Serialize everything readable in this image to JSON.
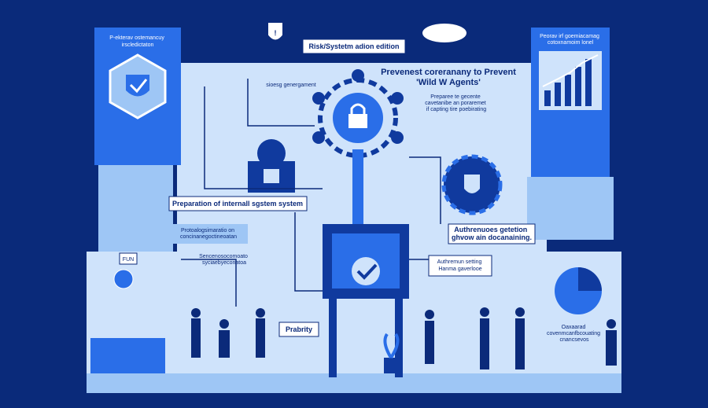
{
  "colors": {
    "background": "#0a2a7a",
    "panel_light": "#cfe3fb",
    "panel_mid": "#9ec6f5",
    "accent_blue": "#2a6ee8",
    "deep_blue": "#103a9e",
    "line": "#0b2a7a"
  },
  "labels": {
    "top_left_panel": "P-ekterav ostemancuy\nirscledictaton",
    "top_banner": "Risk/Systetm adion edition",
    "headline": "Prevenest coreranany to Prevent\n'Wild W Agents'",
    "headline_sub": "Preparee te gecente\ncavetanibe an poraremet\nif capting tire poebirating",
    "top_right_panel": "Peorav irf goemiacamag\ncotoxnamoim lonel",
    "mid_small": "sioesg genergament",
    "prep_label": "Preparation of internall sgstem system",
    "left_mid_note": "Protoalogsimaratio on\nconcinanegoctineoatan",
    "left_small_note": "Sencenosocomoato\nsyciaebyeconatoa",
    "fun_badge": "FUN",
    "right_auth": "Authrenuoes getetion\nghvow ain docanaining.",
    "right_auth2": "Authremun setting\nHanma gaverlooe",
    "bottom_center": "Prabrity",
    "bottom_right_note": "Oaxaarad\ncovenmcanfbcouating\ncnancsevos"
  },
  "icons": [
    "shield-check-icon",
    "cloud-icon",
    "warning-shield-icon",
    "lock-gear-icon",
    "padlock-icon",
    "robot-icon",
    "gear-shield-icon",
    "checkmark-icon",
    "bar-chart-icon",
    "pie-chart-icon",
    "globe-icon",
    "plant-icon"
  ]
}
